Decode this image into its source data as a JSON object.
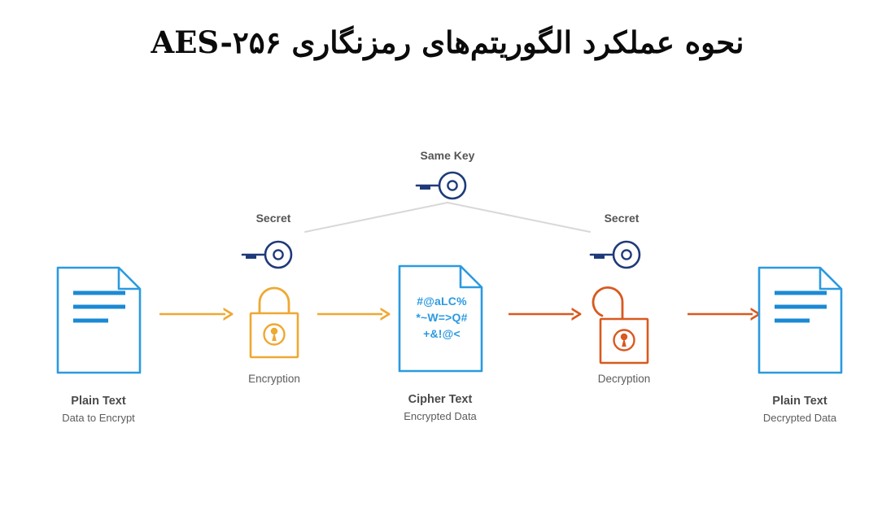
{
  "page": {
    "title_fa": "نحوه عملکرد الگوریتم‌های رمزنگاری AES-۲۵۶",
    "background": "#ffffff"
  },
  "colors": {
    "doc_blue": "#2b9ae0",
    "doc_line_blue": "#1b8ad4",
    "key_navy": "#1f3a7a",
    "lock_amber": "#efa832",
    "lock_orange": "#d9591f",
    "arrow_amber": "#efa832",
    "arrow_orange": "#d9591f",
    "connector_gray": "#d8d8d8",
    "label_dark": "#4b4b4b",
    "label_gray": "#5c5c5c"
  },
  "diagram": {
    "same_key": {
      "label": "Same Key",
      "icon": "key-icon"
    },
    "secret_left": {
      "label": "Secret",
      "icon": "key-icon"
    },
    "secret_right": {
      "label": "Secret",
      "icon": "key-icon"
    },
    "nodes": [
      {
        "id": "plain-text-input",
        "icon": "document-icon",
        "title": "Plain Text",
        "subtitle": "Data to Encrypt"
      },
      {
        "id": "encryption",
        "icon": "padlock-closed-icon",
        "title": "Encryption",
        "subtitle": ""
      },
      {
        "id": "cipher-text",
        "icon": "document-cipher-icon",
        "title": "Cipher Text",
        "subtitle": "Encrypted Data",
        "cipher_lines": [
          "#@aLC%",
          "*~W=>Q#",
          "+&!@<"
        ]
      },
      {
        "id": "decryption",
        "icon": "padlock-open-icon",
        "title": "Decryption",
        "subtitle": ""
      },
      {
        "id": "plain-text-output",
        "icon": "document-icon",
        "title": "Plain Text",
        "subtitle": "Decrypted Data"
      }
    ],
    "arrows": [
      {
        "id": "arrow-1",
        "color": "#efa832"
      },
      {
        "id": "arrow-2",
        "color": "#efa832"
      },
      {
        "id": "arrow-3",
        "color": "#d9591f"
      },
      {
        "id": "arrow-4",
        "color": "#d9591f"
      }
    ]
  }
}
